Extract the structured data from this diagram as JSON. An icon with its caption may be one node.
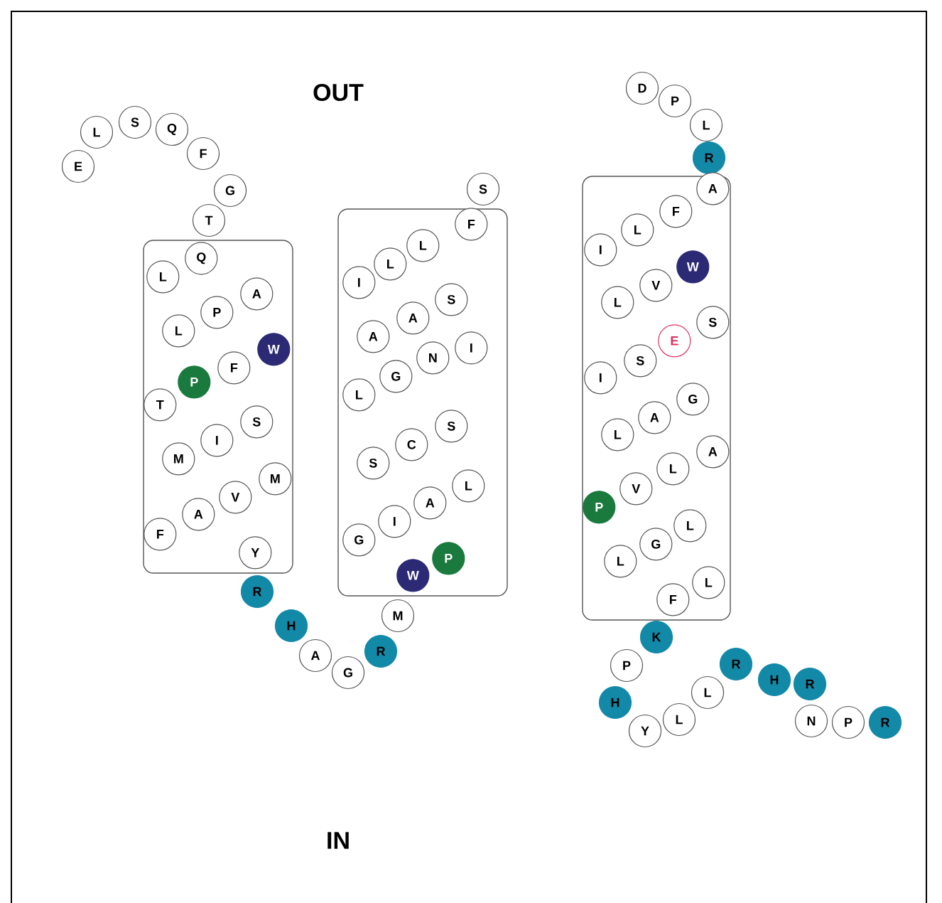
{
  "diagram": {
    "nodes": [
      {
        "text": [
          "E"
        ]
      },
      {
        "text": [
          "L"
        ]
      },
      {
        "text": [
          "S"
        ]
      },
      {
        "text": [
          "Q"
        ]
      },
      {
        "text": [
          "F"
        ]
      },
      {
        "text": [
          "G"
        ]
      },
      {
        "text": [
          "T"
        ]
      },
      {
        "text": [],
        "shape": "box"
      },
      {
        "text": [
          "Q"
        ],
        "in": 7
      },
      {
        "text": [
          "L"
        ],
        "in": 7
      },
      {
        "text": [
          "A"
        ],
        "in": 7
      },
      {
        "text": [
          "P"
        ],
        "in": 7
      },
      {
        "text": [
          "L"
        ],
        "in": 7
      },
      {
        "text": [
          "W"
        ],
        "in": 7
      },
      {
        "text": [
          "F"
        ],
        "in": 7
      },
      {
        "text": [
          "P"
        ],
        "in": 7
      },
      {
        "text": [
          "T"
        ],
        "in": 7
      },
      {
        "text": [
          "S"
        ],
        "in": 7
      },
      {
        "text": [
          "I"
        ],
        "in": 7
      },
      {
        "text": [
          "M"
        ],
        "in": 7
      },
      {
        "text": [
          "M"
        ],
        "in": 7
      },
      {
        "text": [
          "V"
        ],
        "in": 7
      },
      {
        "text": [
          "A"
        ],
        "in": 7
      },
      {
        "text": [
          "F"
        ],
        "in": 7
      },
      {
        "text": [
          "Y"
        ],
        "in": 7
      },
      {
        "text": [
          "R"
        ]
      },
      {
        "text": [
          "H"
        ]
      },
      {
        "text": [
          "A"
        ]
      },
      {
        "text": [
          "G"
        ]
      },
      {
        "text": [
          "R"
        ]
      },
      {
        "text": [
          "M"
        ]
      },
      {
        "text": [],
        "shape": "box"
      },
      {
        "text": [
          "W"
        ],
        "in": 31
      },
      {
        "text": [
          "P"
        ],
        "in": 31
      },
      {
        "text": [
          "L"
        ],
        "in": 31
      },
      {
        "text": [
          "A"
        ],
        "in": 31
      },
      {
        "text": [
          "I"
        ],
        "in": 31
      },
      {
        "text": [
          "G"
        ],
        "in": 31
      },
      {
        "text": [
          "S"
        ],
        "in": 31
      },
      {
        "text": [
          "C"
        ],
        "in": 31
      },
      {
        "text": [
          "S"
        ],
        "in": 31
      },
      {
        "text": [
          "I"
        ],
        "in": 31
      },
      {
        "text": [
          "N"
        ],
        "in": 31
      },
      {
        "text": [
          "G"
        ],
        "in": 31
      },
      {
        "text": [
          "L"
        ],
        "in": 31
      },
      {
        "text": [
          "S"
        ],
        "in": 31
      },
      {
        "text": [
          "A"
        ],
        "in": 31
      },
      {
        "text": [
          "A"
        ],
        "in": 31
      },
      {
        "text": [
          "I"
        ],
        "in": 31
      },
      {
        "text": [
          "L"
        ],
        "in": 31
      },
      {
        "text": [
          "L"
        ],
        "in": 31
      },
      {
        "text": [
          "F"
        ],
        "in": 31
      },
      {
        "text": [
          "S"
        ]
      },
      {
        "text": [
          "D"
        ]
      },
      {
        "text": [
          "P"
        ]
      },
      {
        "text": [
          "L"
        ]
      },
      {
        "text": [
          "R"
        ]
      },
      {
        "text": [],
        "shape": "box"
      },
      {
        "text": [
          "A"
        ],
        "in": 57
      },
      {
        "text": [
          "F"
        ],
        "in": 57
      },
      {
        "text": [
          "L"
        ],
        "in": 57
      },
      {
        "text": [
          "I"
        ],
        "in": 57
      },
      {
        "text": [
          "W"
        ],
        "in": 57
      },
      {
        "text": [
          "V"
        ],
        "in": 57
      },
      {
        "text": [
          "L"
        ],
        "in": 57
      },
      {
        "text": [
          "S"
        ],
        "in": 57
      },
      {
        "text": [
          "E"
        ],
        "in": 57
      },
      {
        "text": [
          "S"
        ],
        "in": 57
      },
      {
        "text": [
          "I"
        ],
        "in": 57
      },
      {
        "text": [
          "G"
        ],
        "in": 57
      },
      {
        "text": [
          "A"
        ],
        "in": 57
      },
      {
        "text": [
          "L"
        ],
        "in": 57
      },
      {
        "text": [
          "A"
        ],
        "in": 57
      },
      {
        "text": [
          "L"
        ],
        "in": 57
      },
      {
        "text": [
          "V"
        ],
        "in": 57
      },
      {
        "text": [
          "P"
        ],
        "in": 57
      },
      {
        "text": [
          "L"
        ],
        "in": 57
      },
      {
        "text": [
          "G"
        ],
        "in": 57
      },
      {
        "text": [
          "L"
        ],
        "in": 57
      },
      {
        "text": [
          "L"
        ],
        "in": 57
      },
      {
        "text": [
          "F"
        ],
        "in": 57
      },
      {
        "text": [
          "K"
        ]
      },
      {
        "text": [
          "P"
        ]
      },
      {
        "text": [
          "H"
        ]
      },
      {
        "text": [
          "Y"
        ]
      },
      {
        "text": [
          "L"
        ]
      },
      {
        "text": [
          "L"
        ]
      },
      {
        "text": [
          "R"
        ]
      },
      {
        "text": [
          "H"
        ]
      },
      {
        "text": [
          "R"
        ]
      },
      {
        "text": [
          "N"
        ]
      },
      {
        "text": [
          "P"
        ]
      },
      {
        "text": [
          "R"
        ]
      }
    ],
    "labels": [
      "OUT",
      "IN"
    ]
  }
}
